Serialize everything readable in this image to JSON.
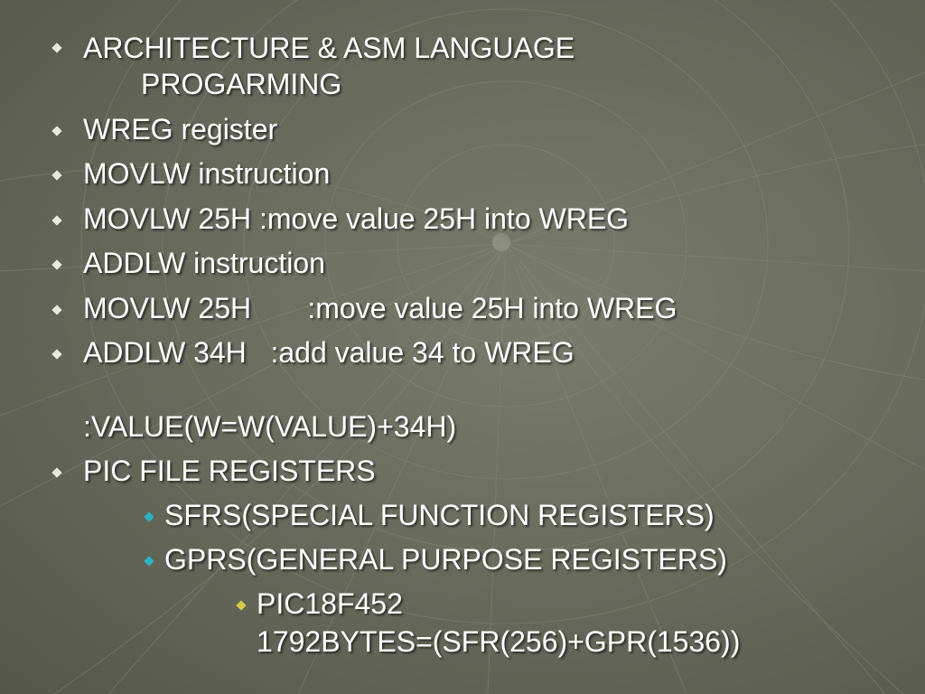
{
  "slide": {
    "bullets": [
      {
        "text": "ARCHITECTURE & ASM LANGUAGE",
        "continuation": "PROGARMING"
      },
      {
        "text": "WREG register"
      },
      {
        "text": "MOVLW instruction"
      },
      {
        "text": "MOVLW 25H :move value 25H into WREG"
      },
      {
        "text": "ADDLW instruction"
      },
      {
        "text": "MOVLW 25H       :move value 25H into WREG"
      },
      {
        "text": "ADDLW 34H   :add value 34 to WREG"
      }
    ],
    "note": ":VALUE(W=W(VALUE)+34H)",
    "pic_file_registers": {
      "text": "PIC FILE REGISTERS",
      "sub_items": [
        {
          "text": "SFRS(SPECIAL FUNCTION REGISTERS)"
        },
        {
          "text": "GPRS(GENERAL PURPOSE REGISTERS)"
        }
      ],
      "detail": {
        "line1": "PIC18F452",
        "line2": "1792BYTES=(SFR(256)+GPR(1536))"
      }
    },
    "colors": {
      "text": "#ffffff",
      "bullet_level1": "#e8e8dc",
      "bullet_level2": "#2bb3c2",
      "bullet_level3": "#d2cc4a"
    },
    "icons": {
      "level1": "diamond-bullet-icon",
      "level2": "teal-diamond-bullet-icon",
      "level3": "olive-diamond-bullet-icon"
    }
  }
}
